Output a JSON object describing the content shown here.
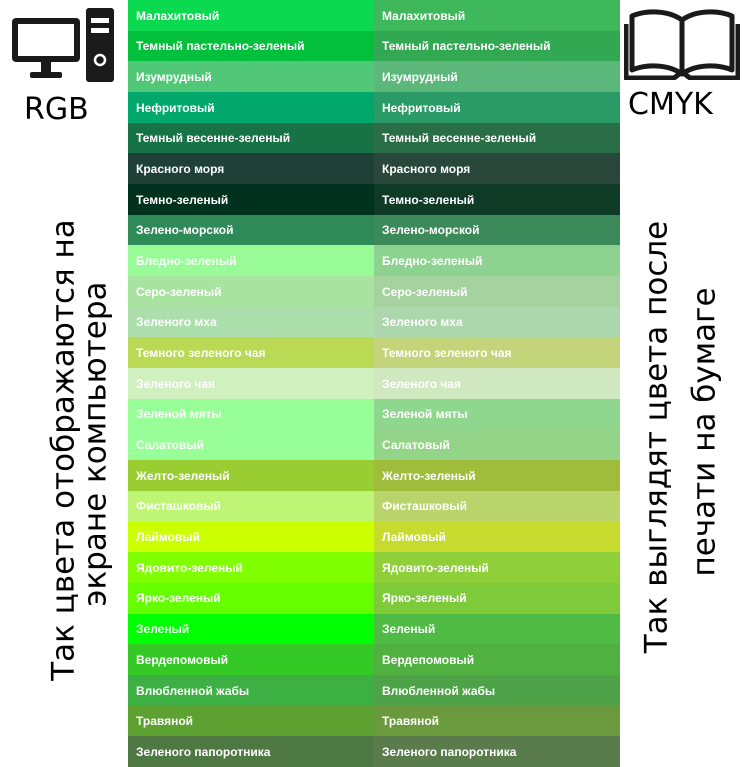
{
  "header": {
    "rgb_label": "RGB",
    "cmyk_label": "CMYK"
  },
  "captions": {
    "left_line1": "Так цвета отображаются на",
    "left_line2": "экране компьютера",
    "right_line1": "Так выглядят цвета после",
    "right_line2": "печати на бумаге"
  },
  "icons": {
    "left": "computer-icon",
    "right": "book-icon"
  },
  "colors": [
    {
      "name": "Малахитовый",
      "rgb": "#0bda51",
      "cmyk": "#3fb85c"
    },
    {
      "name": "Темный пастельно-зеленый",
      "rgb": "#03c03c",
      "cmyk": "#33a852"
    },
    {
      "name": "Изумрудный",
      "rgb": "#50c878",
      "cmyk": "#5bb77a"
    },
    {
      "name": "Нефритовый",
      "rgb": "#00a86b",
      "cmyk": "#2a9a66"
    },
    {
      "name": "Темный весенне-зеленый",
      "rgb": "#177245",
      "cmyk": "#2a6e48"
    },
    {
      "name": "Красного моря",
      "rgb": "#1f4037",
      "cmyk": "#2a473b"
    },
    {
      "name": "Темно-зеленый",
      "rgb": "#013220",
      "cmyk": "#0f3a26"
    },
    {
      "name": "Зелено-морской",
      "rgb": "#2e8b57",
      "cmyk": "#3c8a5a"
    },
    {
      "name": "Бледно-зеленый",
      "rgb": "#98fb98",
      "cmyk": "#8ed292"
    },
    {
      "name": "Серо-зеленый",
      "rgb": "#a8e4a0",
      "cmyk": "#a6d2a0"
    },
    {
      "name": "Зеленого мха",
      "rgb": "#addfad",
      "cmyk": "#acd6ac"
    },
    {
      "name": "Темного зеленого чая",
      "rgb": "#bada55",
      "cmyk": "#c4d47a"
    },
    {
      "name": "Зеленого чая",
      "rgb": "#d0f0c0",
      "cmyk": "#d0e8c0"
    },
    {
      "name": "Зеленой мяты",
      "rgb": "#98ff98",
      "cmyk": "#8fd68f"
    },
    {
      "name": "Салатовый",
      "rgb": "#99ff99",
      "cmyk": "#94d488"
    },
    {
      "name": "Желто-зеленый",
      "rgb": "#9acd32",
      "cmyk": "#9fbd3a"
    },
    {
      "name": "Фисташковый",
      "rgb": "#bef574",
      "cmyk": "#b8d46a"
    },
    {
      "name": "Лаймовый",
      "rgb": "#ccff00",
      "cmyk": "#c6db2e"
    },
    {
      "name": "Ядовито-зеленый",
      "rgb": "#7fff00",
      "cmyk": "#8ecf3a"
    },
    {
      "name": "Ярко-зеленый",
      "rgb": "#66ff00",
      "cmyk": "#7fca3a"
    },
    {
      "name": "Зеленый",
      "rgb": "#00ff00",
      "cmyk": "#4fbb45"
    },
    {
      "name": "Вердепомовый",
      "rgb": "#34c924",
      "cmyk": "#50b040"
    },
    {
      "name": "Влюбленной жабы",
      "rgb": "#3cb043",
      "cmyk": "#4ea348"
    },
    {
      "name": "Травяной",
      "rgb": "#5da130",
      "cmyk": "#6b9a3e"
    },
    {
      "name": "Зеленого папоротника",
      "rgb": "#4f7942",
      "cmyk": "#5a7c4c"
    }
  ]
}
